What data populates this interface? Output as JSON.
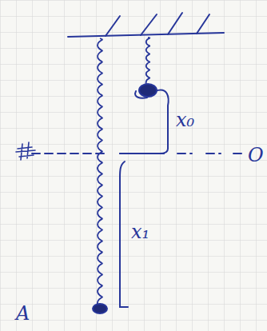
{
  "diagram": {
    "labels": [
      "x₀",
      "O",
      "x₁",
      "A"
    ]
  }
}
